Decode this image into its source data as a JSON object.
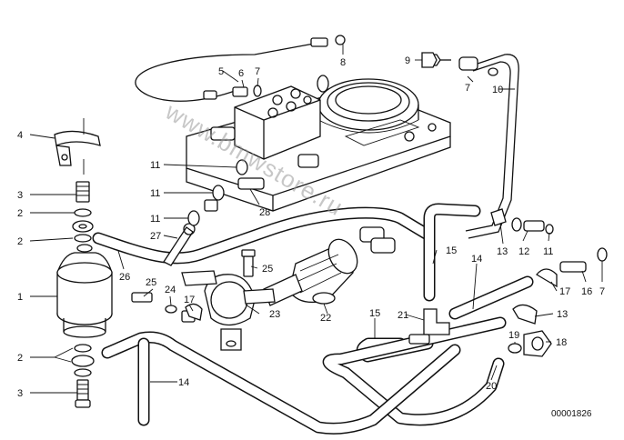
{
  "diagram": {
    "document_number": "00001826",
    "watermark": "www.bmwstore.ru",
    "callouts": {
      "c1": "1",
      "c2a": "2",
      "c2b": "2",
      "c2c": "2",
      "c3a": "3",
      "c3b": "3",
      "c4": "4",
      "c5": "5",
      "c6": "6",
      "c7a": "7",
      "c7b": "7",
      "c7c": "7",
      "c8": "8",
      "c9": "9",
      "c10": "10",
      "c11a": "11",
      "c11b": "11",
      "c11c": "11",
      "c11d": "11",
      "c12": "12",
      "c13a": "13",
      "c13b": "13",
      "c14a": "14",
      "c14b": "14",
      "c15a": "15",
      "c15b": "15",
      "c16": "16",
      "c17a": "17",
      "c17b": "17",
      "c18": "18",
      "c19": "19",
      "c20": "20",
      "c21": "21",
      "c22": "22",
      "c23": "23",
      "c24": "24",
      "c25a": "25",
      "c25b": "25",
      "c26": "26",
      "c27": "27",
      "c28": "28"
    }
  }
}
